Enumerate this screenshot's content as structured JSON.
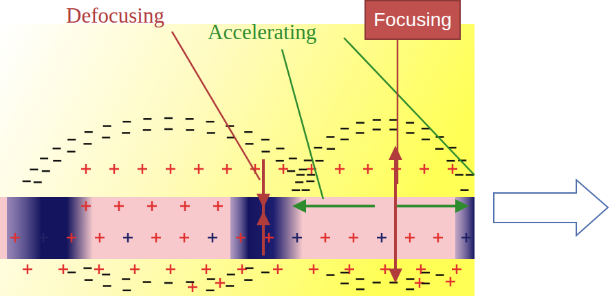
{
  "diagram": {
    "nodes": [
      {
        "text": [
          "Focusing"
        ]
      }
    ],
    "labels": [
      "Defocusing",
      "Accelerating"
    ]
  }
}
